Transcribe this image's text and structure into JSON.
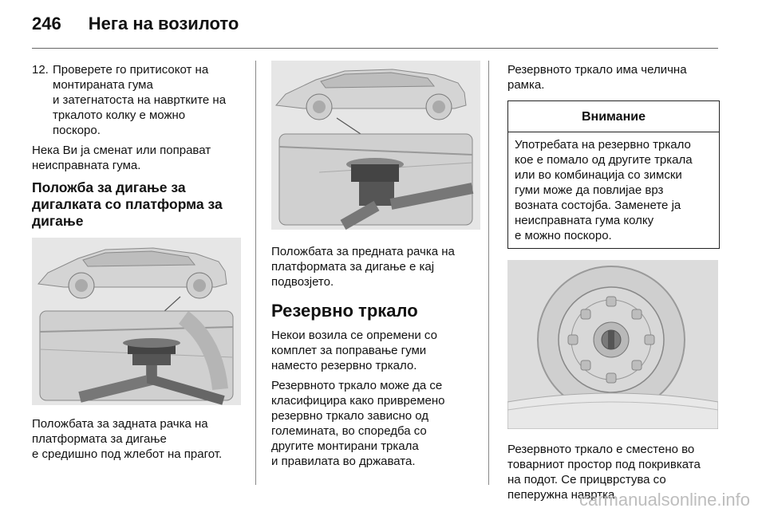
{
  "header": {
    "page_number": "246",
    "title": "Нега на возилото"
  },
  "col1": {
    "step_number": "12.",
    "step_lines": [
      "Проверете го притисокот на",
      "монтираната гума",
      "и затегнатоста на навртките на",
      "тркалото колку е можно",
      "поскоро."
    ],
    "para_lines": [
      "Нека Ви ја сменат или поправат",
      "неисправната гума."
    ],
    "heading_lines": [
      "Положба за дигање за",
      "дигалката со платформа за",
      "дигање"
    ],
    "caption_lines": [
      "Положбата за задната рачка на",
      "платформата за дигање",
      "е средишно под жлебот на прагот."
    ]
  },
  "col2": {
    "caption_lines": [
      "Положбата за предната рачка на",
      "платформата за дигање е кај",
      "подвозјето."
    ],
    "heading": "Резервно тркало",
    "para1_lines": [
      "Некои возила се опремени со",
      "комплет за поправање гуми",
      "наместо резервно тркало."
    ],
    "para2_lines": [
      "Резервното тркало може да се",
      "класифицира како привремено",
      "резервно тркало зависно од",
      "големината, во споредба со",
      "другите монтирани тркала",
      "и правилата во државата."
    ]
  },
  "col3": {
    "intro_lines": [
      "Резервното тркало има челична",
      "рамка."
    ],
    "note_title": "Внимание",
    "note_lines": [
      "Употребата на резервно тркало",
      "кое е помало од другите тркала",
      "или во комбинација со зимски",
      "гуми може да повлијае врз",
      "возната состојба. Заменете ја",
      "неисправната гума колку",
      "е можно поскоро."
    ],
    "caption_lines": [
      "Резервното тркало е сместено во",
      "товарниот простор под покривката",
      "на подот. Се прицврстува со",
      "пеперужна навртка."
    ]
  },
  "watermark": "carmanualsonline.info"
}
